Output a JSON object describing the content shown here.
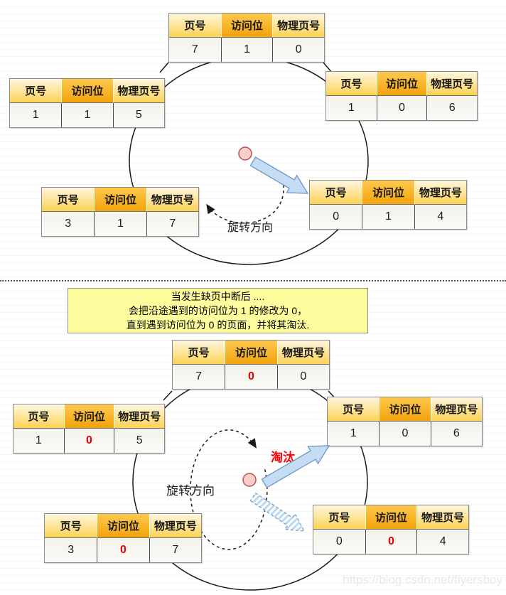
{
  "labels": [
    "页号",
    "访问位",
    "物理页号"
  ],
  "top_diagram": {
    "rotation_label": "旋转方向",
    "tables": {
      "top": {
        "cells": [
          "7",
          "1",
          "0"
        ]
      },
      "left": {
        "cells": [
          "1",
          "1",
          "5"
        ]
      },
      "right": {
        "cells": [
          "1",
          "0",
          "6"
        ]
      },
      "bottom_left": {
        "cells": [
          "3",
          "1",
          "7"
        ]
      },
      "bottom_right": {
        "cells": [
          "0",
          "1",
          "4"
        ]
      }
    }
  },
  "note_box": {
    "line1": "当发生缺页中断后 ....",
    "line2": "会把沿途遇到的访问位为 1 的修改为 0，",
    "line3": "直到遇到访问位为 0 的页面，并将其淘汰."
  },
  "bottom_diagram": {
    "rotation_label": "旋转方向",
    "eliminate_label": "淘汰",
    "tables": {
      "top": {
        "cells": [
          "7",
          "0",
          "0"
        ]
      },
      "left": {
        "cells": [
          "1",
          "0",
          "5"
        ]
      },
      "right": {
        "cells": [
          "1",
          "0",
          "6"
        ]
      },
      "bottom_left": {
        "cells": [
          "3",
          "0",
          "7"
        ]
      },
      "bottom_right": {
        "cells": [
          "0",
          "0",
          "4"
        ]
      }
    }
  },
  "watermark": "https://blog.csdn.net/flyersboy",
  "colors": {
    "header_orange": "#F2A30B",
    "header_yellow": "#FCD254",
    "cell_bg": "#F3F2EB",
    "note_bg": "#FDFD9D",
    "arrow_blue": "#C5DDF4",
    "arrow_border": "#6A96C2",
    "red_text": "#E60000",
    "pink_dot": "#F8CECC"
  }
}
